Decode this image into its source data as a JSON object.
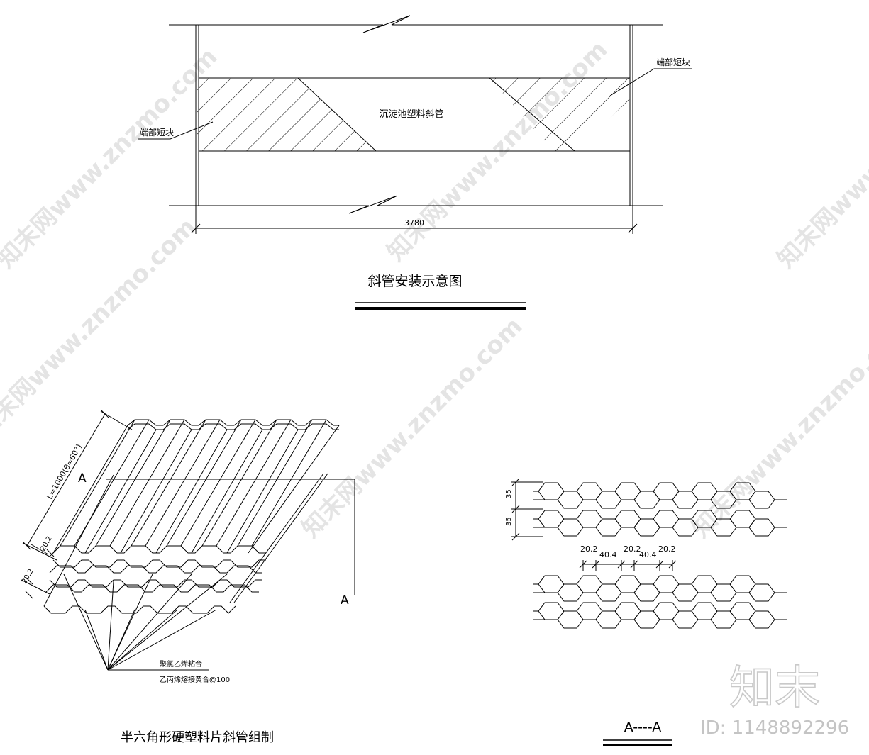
{
  "drawing1": {
    "center_label": "沉淀池塑料斜管",
    "left_leader_label": "端部短块",
    "right_leader_label": "端部短块",
    "width_dim": "3780",
    "title": "斜管安装示意图"
  },
  "drawing2": {
    "length_dim": "L=1000(θ=60°)",
    "section_mark_top": "A",
    "section_mark_bottom": "A",
    "dim_upper": "20.2",
    "dim_lower": "20.2",
    "note_line1": "聚氯乙烯粘合",
    "note_line2": "乙丙烯熔接黄合@100",
    "title": "半六角形硬塑料片斜管组制"
  },
  "drawing3": {
    "dim_row1": "35",
    "dim_row2": "35",
    "dim_a": "20.2",
    "dim_b": "40.4",
    "dim_c": "20.2",
    "dim_d": "40.4",
    "dim_e": "20.2",
    "title": "A----A"
  },
  "branding": {
    "logo_text": "知末",
    "id_text": "ID: 1148892296",
    "watermark": "知末网www.znzmo.com"
  }
}
